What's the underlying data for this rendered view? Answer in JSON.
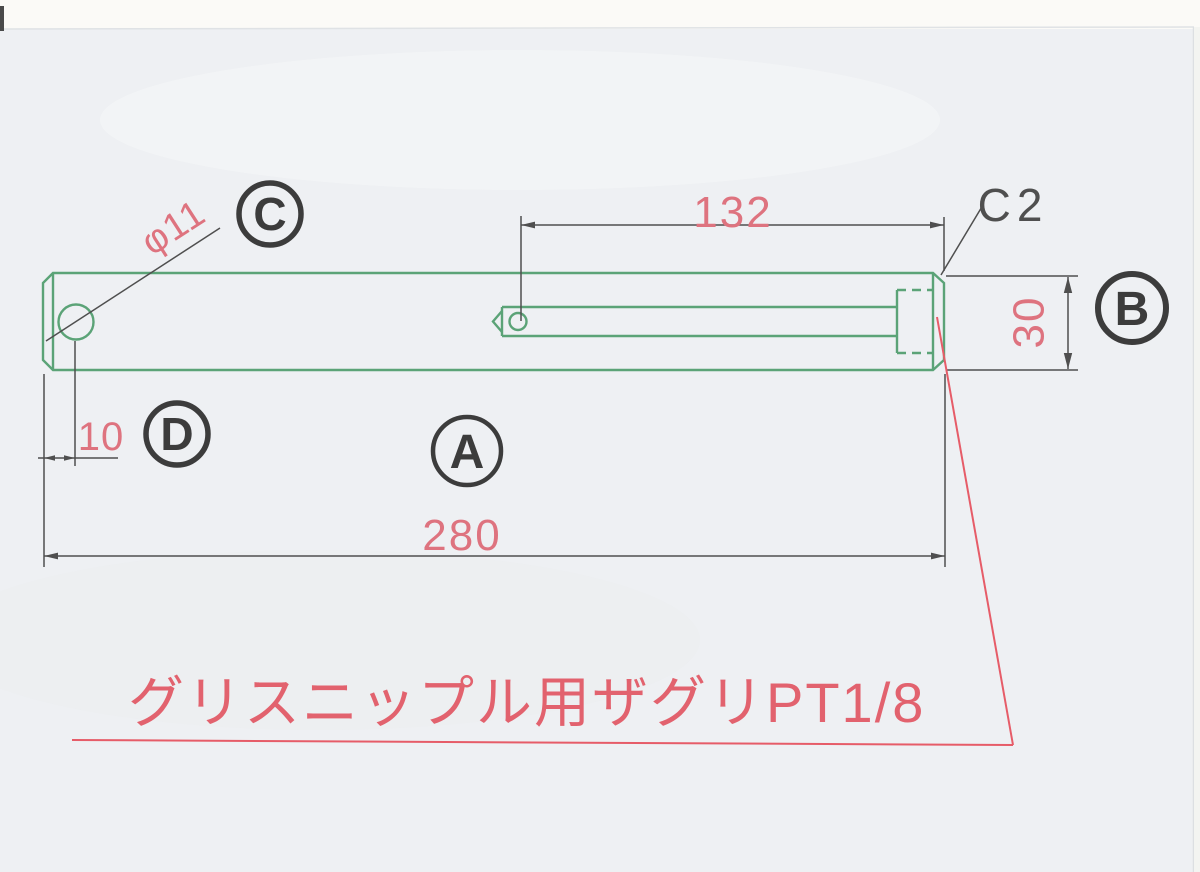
{
  "drawing": {
    "note": "グリスニップル用ザグリPT1/8",
    "dimensions": {
      "overall_length": "280",
      "hole_offset": "10",
      "hole_diameter": "φ11",
      "slot_length": "132",
      "shaft_diameter": "30",
      "chamfer": "C2"
    },
    "balloons": {
      "a": "A",
      "b": "B",
      "c": "C",
      "d": "D"
    },
    "colors": {
      "part_outline_green": "#5ba377",
      "dimension_red": "#de737f",
      "annotation_red_line": "#e65c68",
      "drawing_gray": "#4f4f4f",
      "paper": "#eef0f3"
    }
  }
}
